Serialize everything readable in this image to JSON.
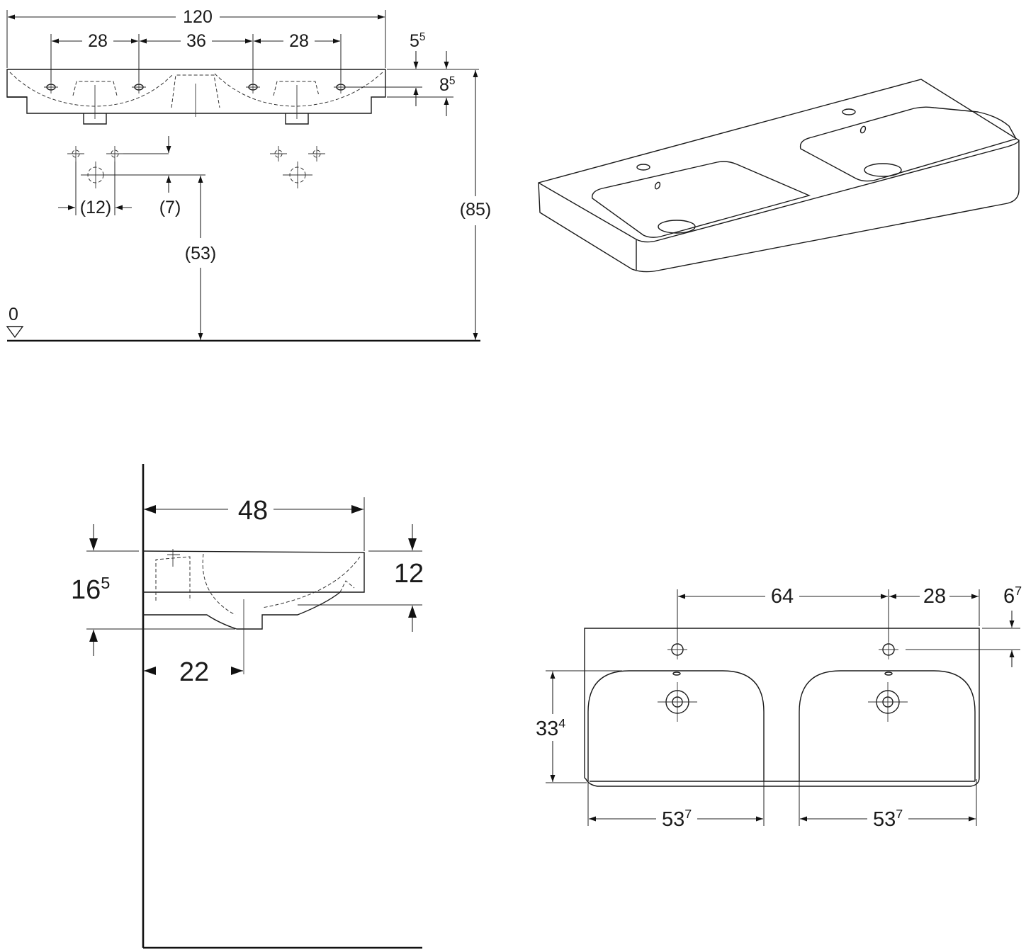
{
  "front_view": {
    "total_width": {
      "main": "120",
      "sup": ""
    },
    "tap_spacing_left": {
      "main": "28",
      "sup": ""
    },
    "tap_spacing_center": {
      "main": "36",
      "sup": ""
    },
    "tap_spacing_right": {
      "main": "28",
      "sup": ""
    },
    "top_offset": {
      "main": "5",
      "sup": "5"
    },
    "tap_depth": {
      "main": "8",
      "sup": "5"
    },
    "drain_spacing": {
      "main": "(12)",
      "sup": ""
    },
    "drain_drop": {
      "main": "(7)",
      "sup": ""
    },
    "drain_height": {
      "main": "(53)",
      "sup": ""
    },
    "overall_height": {
      "main": "(85)",
      "sup": ""
    },
    "floor_level": {
      "main": "0",
      "sup": ""
    }
  },
  "side_view": {
    "depth": {
      "main": "48",
      "sup": ""
    },
    "overall_thickness": {
      "main": "16",
      "sup": "5"
    },
    "rim_thickness": {
      "main": "12",
      "sup": ""
    },
    "drain_offset": {
      "main": "22",
      "sup": ""
    }
  },
  "top_view": {
    "tap_spacing": {
      "main": "64",
      "sup": ""
    },
    "tap_edge_offset": {
      "main": "28",
      "sup": ""
    },
    "tap_back_offset": {
      "main": "6",
      "sup": "7"
    },
    "bowl_depth": {
      "main": "33",
      "sup": "4"
    },
    "bowl_width_left": {
      "main": "53",
      "sup": "7"
    },
    "bowl_width_right": {
      "main": "53",
      "sup": "7"
    }
  }
}
